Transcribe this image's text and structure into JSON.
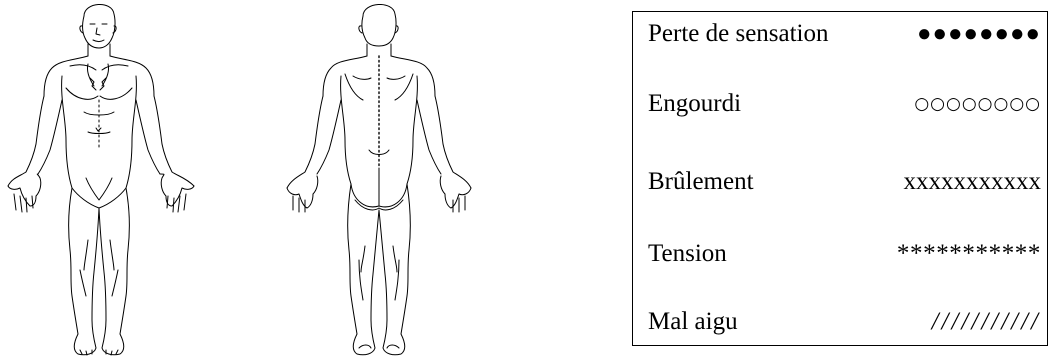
{
  "legend": {
    "items": [
      {
        "label": "Perte de sensation",
        "pattern": "●●●●●●●●"
      },
      {
        "label": "Engourdi",
        "pattern": "○○○○○○○○"
      },
      {
        "label": "Brûlement",
        "pattern": "xxxxxxxxxxx"
      },
      {
        "label": "Tension",
        "pattern": "***********"
      },
      {
        "label": "Mal aigu",
        "pattern": "///////////"
      }
    ]
  }
}
